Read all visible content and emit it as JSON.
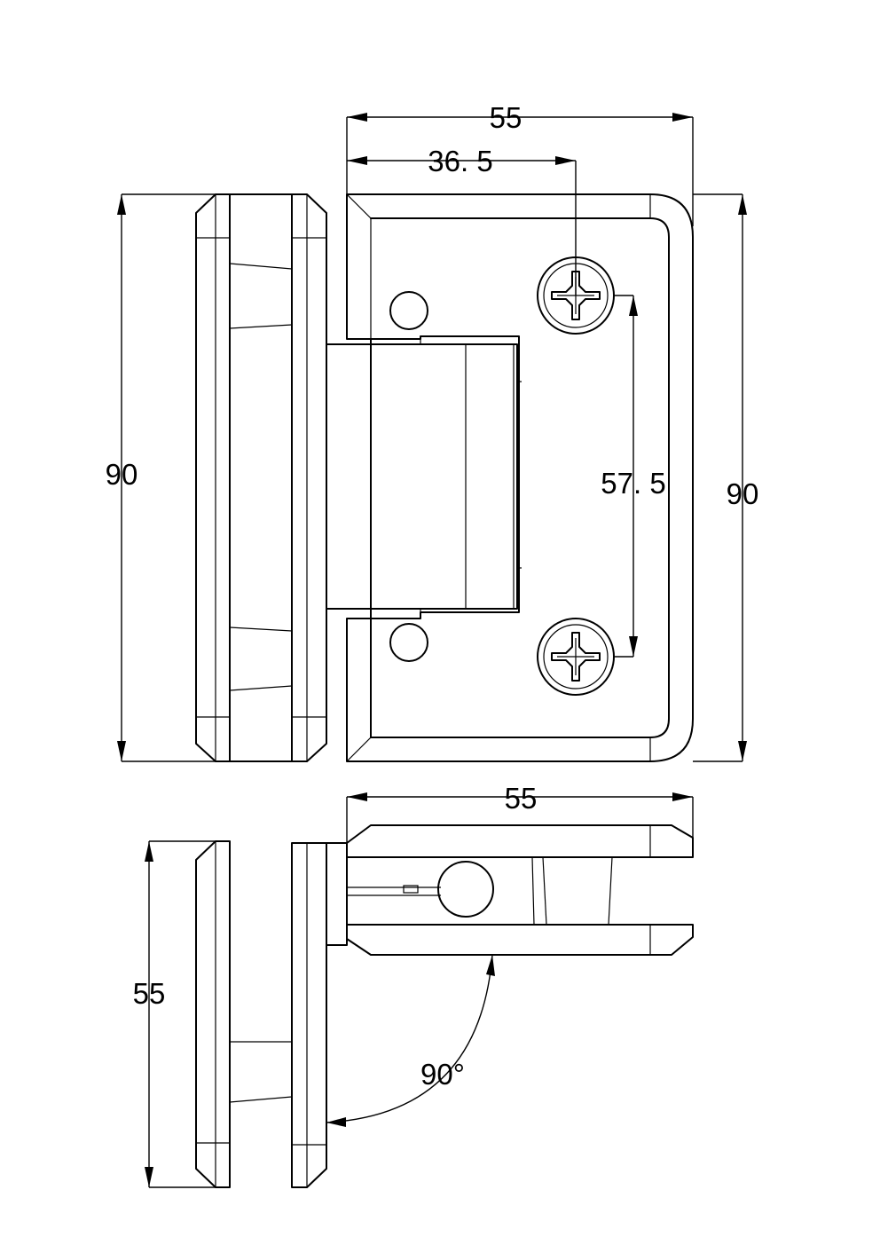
{
  "dimensions": {
    "front_width_total": "55",
    "front_width_to_screw": "36. 5",
    "front_height_left": "90",
    "screw_spacing": "57. 5",
    "front_height_right": "90",
    "top_view_width": "55",
    "side_height": "55",
    "rotation_angle": "90°"
  }
}
